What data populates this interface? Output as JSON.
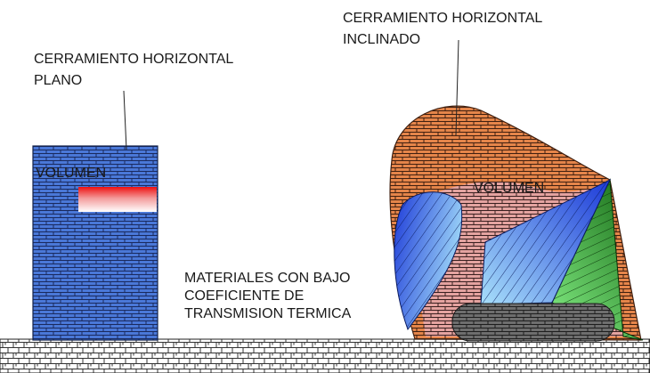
{
  "labels": {
    "flat_roof": [
      "CERRAMIENTO HORIZONTAL",
      "PLANO"
    ],
    "inclined_roof": [
      "CERRAMIENTO HORIZONTAL",
      "INCLINADO"
    ],
    "volume_left": "VOLUMEN",
    "volume_right": "VOLUMEN",
    "materials": [
      "MATERIALES CON BAJO",
      "COEFICIENTE DE",
      "TRANSMISION TERMICA"
    ]
  },
  "colors": {
    "left_building": "#4a78d8",
    "roof_shell": "#e5854a",
    "roof_interior": "#e4a3a0",
    "blue_gradient_dark": "#1d3ad8",
    "blue_gradient_light": "#9fd8f8",
    "green_gradient_dark": "#126612",
    "green_gradient_light": "#78e078",
    "red_band": "#ee1111",
    "gray_block": "#7a7a7a",
    "ground": "#ffffff"
  },
  "icons": {
    "left_building": "brick-volume",
    "right_building": "organic-brick-shell",
    "ground": "brick-ground"
  }
}
